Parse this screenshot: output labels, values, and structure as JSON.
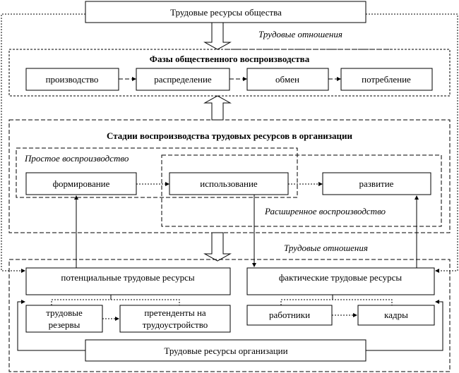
{
  "top_box": "Трудовые ресурсы общества",
  "relations_label_1": "Трудовые отношения",
  "phases": {
    "title": "Фазы общественного воспроизводства",
    "items": [
      "производство",
      "распределение",
      "обмен",
      "потребление"
    ]
  },
  "stages": {
    "title": "Стадии воспроизводства трудовых ресурсов в организации",
    "simple_label": "Простое воспроизводство",
    "extended_label": "Расширенное воспроизводство",
    "items": [
      "формирование",
      "использование",
      "развитие"
    ]
  },
  "relations_label_2": "Трудовые отношения",
  "organization": {
    "potential": "потенциальные трудовые ресурсы",
    "actual": "фактические трудовые ресурсы",
    "reserves": [
      "трудовые",
      "резервы"
    ],
    "applicants": [
      "претенденты на",
      "трудоустройство"
    ],
    "workers": "работники",
    "staff": "кадры",
    "bottom_box": "Трудовые ресурсы организации"
  }
}
